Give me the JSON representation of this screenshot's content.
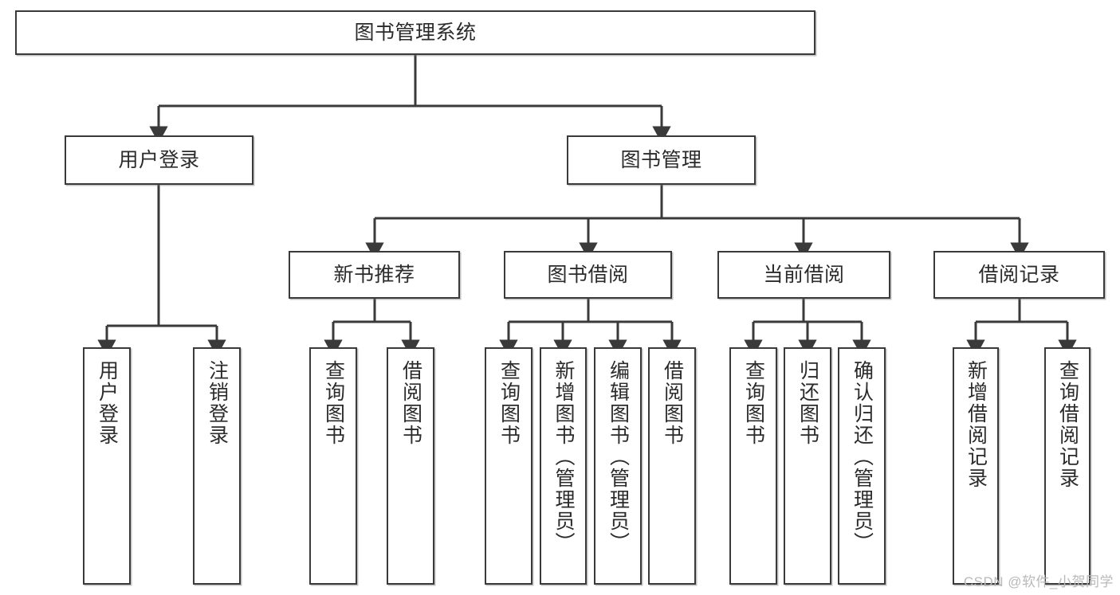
{
  "diagram": {
    "title": "图书管理系统",
    "type": "tree-hierarchy",
    "orientation": "top-down",
    "colors": {
      "box_border": "#3a3a3a",
      "box_fill": "#ffffff",
      "edge": "#3a3a3a",
      "text": "#2b2b2b",
      "watermark": "#b9b9b9"
    },
    "watermark": "CSDN @软件_小贺同学",
    "nodes": {
      "root": {
        "label": "图书管理系统"
      },
      "level2": [
        {
          "label": "用户登录"
        },
        {
          "label": "图书管理"
        }
      ],
      "level3": [
        {
          "label": "新书推荐"
        },
        {
          "label": "图书借阅"
        },
        {
          "label": "当前借阅"
        },
        {
          "label": "借阅记录"
        }
      ],
      "leaves_user_login": [
        {
          "label": "用户登录"
        },
        {
          "label": "注销登录"
        }
      ],
      "leaves_new_book": [
        {
          "label": "查询图书"
        },
        {
          "label": "借阅图书"
        }
      ],
      "leaves_book_borrow": [
        {
          "label": "查询图书"
        },
        {
          "label": "新增图书（管理员）"
        },
        {
          "label": "编辑图书（管理员）"
        },
        {
          "label": "借阅图书"
        }
      ],
      "leaves_current_borrow": [
        {
          "label": "查询图书"
        },
        {
          "label": "归还图书"
        },
        {
          "label": "确认归还（管理员）"
        }
      ],
      "leaves_borrow_record": [
        {
          "label": "新增借阅记录"
        },
        {
          "label": "查询借阅记录"
        }
      ]
    }
  }
}
